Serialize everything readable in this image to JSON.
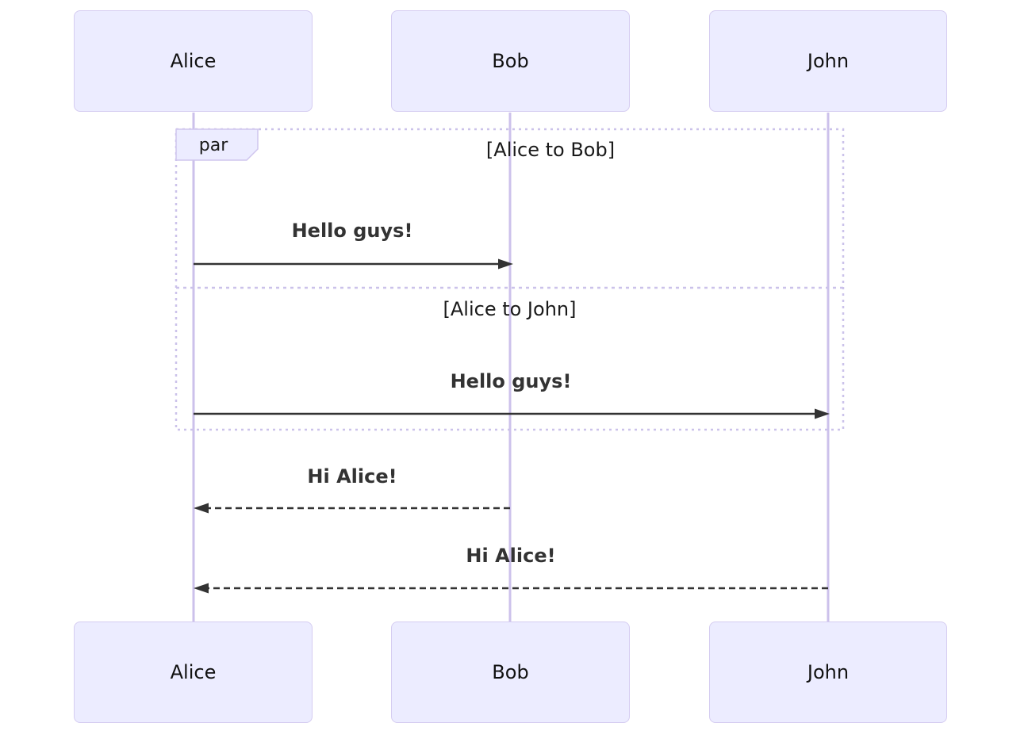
{
  "diagram": {
    "kind": "sequence-diagram",
    "actors": [
      {
        "name": "Alice"
      },
      {
        "name": "Bob"
      },
      {
        "name": "John"
      }
    ],
    "par_block": {
      "operator_label": "par",
      "sections": [
        {
          "condition_label": "[Alice to Bob]",
          "message": {
            "from": "Alice",
            "to": "Bob",
            "text": "Hello guys!",
            "line_style": "solid",
            "arrowhead": "filled"
          }
        },
        {
          "condition_label": "[Alice to John]",
          "message": {
            "from": "Alice",
            "to": "John",
            "text": "Hello guys!",
            "line_style": "solid",
            "arrowhead": "filled"
          }
        }
      ]
    },
    "reply_messages": [
      {
        "from": "Bob",
        "to": "Alice",
        "text": "Hi Alice!",
        "line_style": "dashed",
        "arrowhead": "filled"
      },
      {
        "from": "John",
        "to": "Alice",
        "text": "Hi Alice!",
        "line_style": "dashed",
        "arrowhead": "filled"
      }
    ],
    "colors": {
      "actor_fill": "#ECECFF",
      "actor_border": "#D5CCF1",
      "lifeline": "#CCC1EB",
      "frame_border": "#CBC2EA",
      "message": "#333333",
      "background": "#FFFFFF"
    }
  }
}
